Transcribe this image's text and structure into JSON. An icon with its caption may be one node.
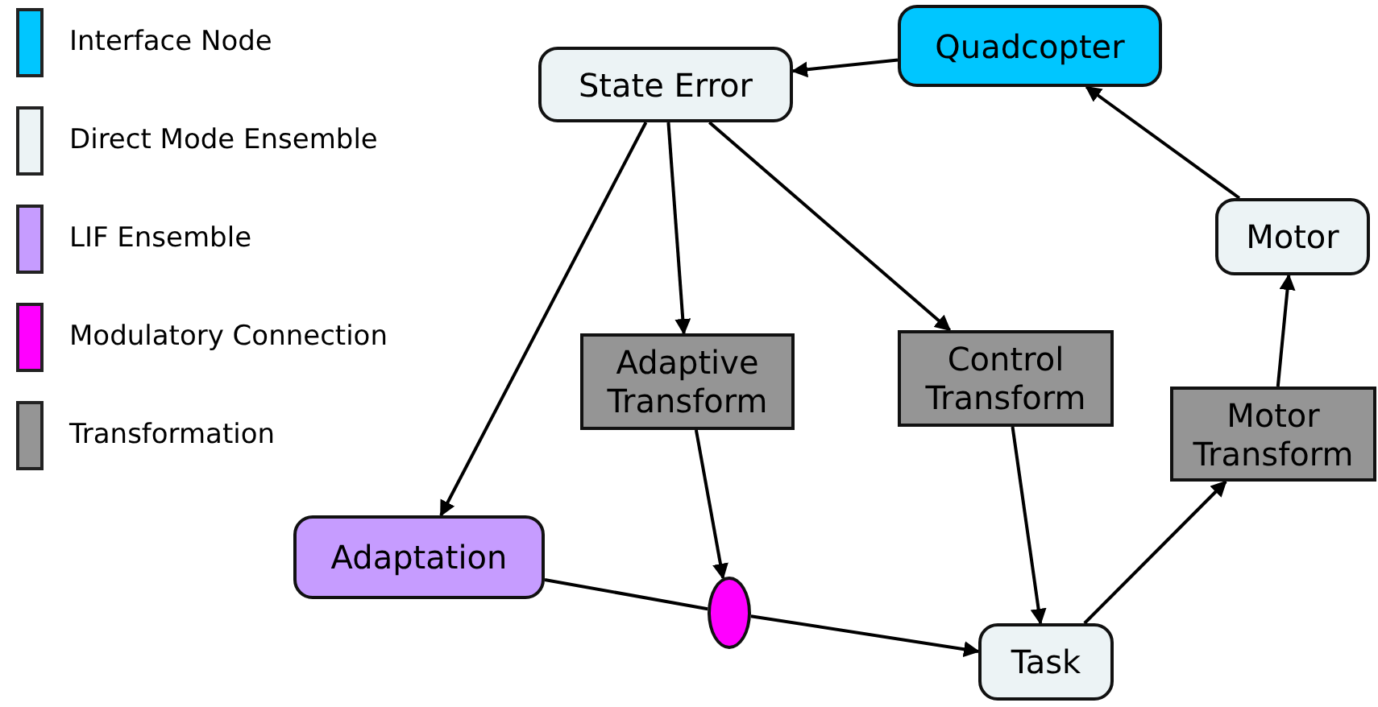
{
  "diagram": {
    "nodes": [
      {
        "text": [
          "Quadcopter"
        ]
      },
      {
        "text": [
          "State Error"
        ]
      },
      {
        "text": [
          "Motor"
        ]
      },
      {
        "text": [
          "Adaptive Transform"
        ]
      },
      {
        "text": [
          "Control Transform"
        ]
      },
      {
        "text": [
          "Motor Transform"
        ]
      },
      {
        "text": [
          "Adaptation"
        ]
      },
      {
        "text": [],
        "shape": "ellipse"
      },
      {
        "text": [
          "Task"
        ]
      }
    ],
    "edges": [
      {
        "from": 0,
        "to": 1,
        "arrow": "to"
      },
      {
        "from": 2,
        "to": 0,
        "arrow": "to"
      },
      {
        "from": 1,
        "to": 3,
        "arrow": "to"
      },
      {
        "from": 1,
        "to": 4,
        "arrow": "to"
      },
      {
        "from": 1,
        "to": 6,
        "arrow": "to"
      },
      {
        "from": 3,
        "to": 7,
        "arrow": "to"
      },
      {
        "from": 6,
        "to": 7,
        "arrow": "none"
      },
      {
        "from": 7,
        "to": 8,
        "arrow": "to"
      },
      {
        "from": 4,
        "to": 8,
        "arrow": "to"
      },
      {
        "from": 8,
        "to": 5,
        "arrow": "to"
      },
      {
        "from": 5,
        "to": 2,
        "arrow": "to"
      }
    ],
    "legend": [
      {
        "text": "Interface Node",
        "color": "#00c6ff"
      },
      {
        "text": "Direct Mode Ensemble",
        "color": "#ecf3f5"
      },
      {
        "text": "LIF Ensemble",
        "color": "#c69cff"
      },
      {
        "text": "Modulatory Connection",
        "color": "#ff00ff"
      },
      {
        "text": "Transformation",
        "color": "#959595"
      }
    ]
  }
}
